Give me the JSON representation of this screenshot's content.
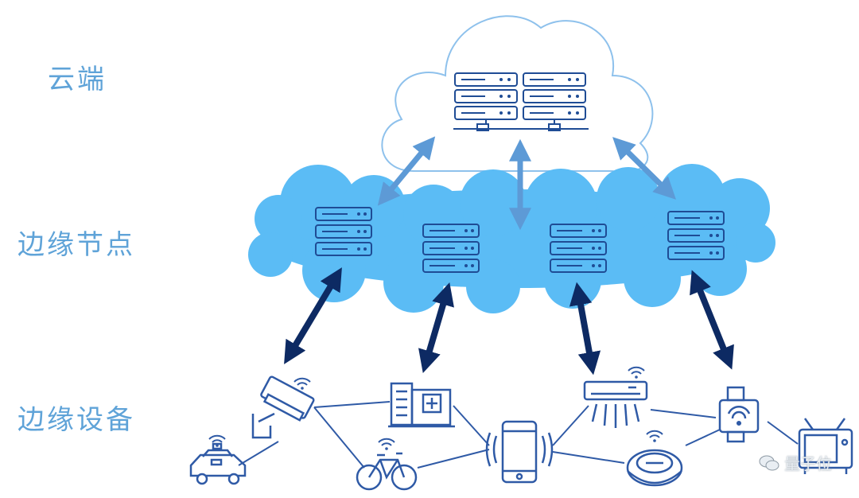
{
  "tiers": {
    "cloud": "云端",
    "edge_nodes": "边缘节点",
    "edge_devices": "边缘设备"
  },
  "watermark": "量子位",
  "colors": {
    "cloud_outline": "#8ec1ec",
    "edge_cloud_fill": "#5bbcf5",
    "server_stroke": "#1f4c95",
    "light_arrow": "#5d9ad6",
    "dark_arrow": "#0d2a63",
    "device_stroke": "#2f5aa6",
    "label_text": "#5fa3d8"
  },
  "icons": [
    "server-icon",
    "camera-icon",
    "taxi-icon",
    "hospital-icon",
    "bicycle-icon",
    "smartphone-icon",
    "air-conditioner-icon",
    "robot-vacuum-icon",
    "smartwatch-icon",
    "tv-icon",
    "wifi-icon"
  ]
}
